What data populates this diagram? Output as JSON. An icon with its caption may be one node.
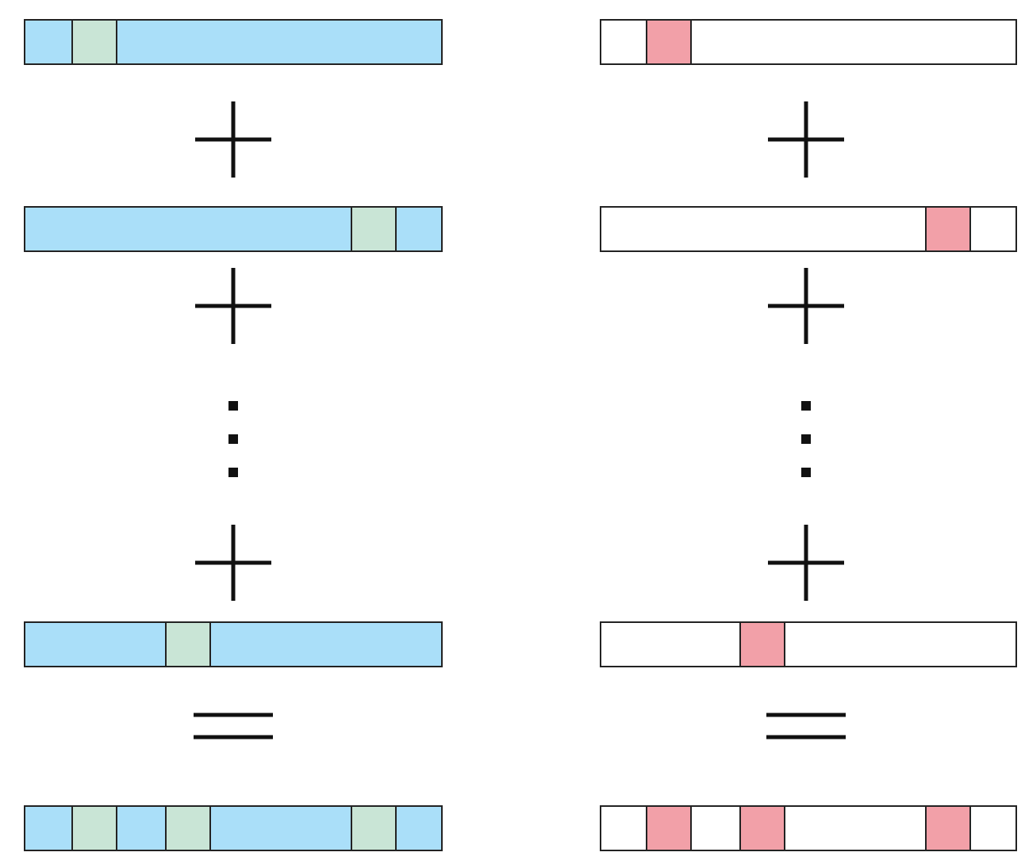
{
  "diagram": {
    "nodes": [
      {
        "text": [],
        "shape": "bar"
      },
      {
        "text": [],
        "shape": "bar"
      },
      {
        "text": [],
        "shape": "bar"
      },
      {
        "text": [],
        "shape": "bar"
      },
      {
        "text": [],
        "shape": "bar"
      },
      {
        "text": [],
        "shape": "bar"
      },
      {
        "text": [],
        "shape": "bar"
      },
      {
        "text": [],
        "shape": "bar"
      }
    ]
  }
}
